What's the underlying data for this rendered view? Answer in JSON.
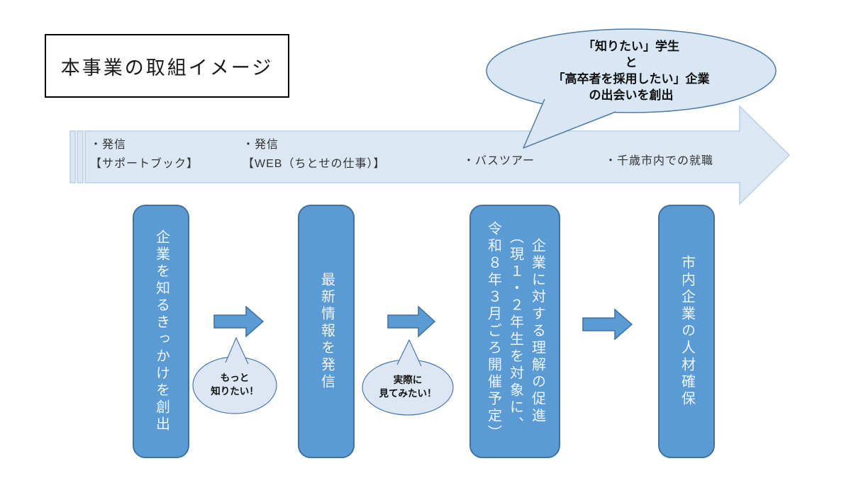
{
  "title": {
    "text": "本事業の取組イメージ"
  },
  "top_callout": {
    "text": "「知りたい」学生\nと\n「高卒者を採用したい」企業\nの出会いを創出"
  },
  "timeline": {
    "items": [
      {
        "label": "・発信\n【サポートブック】"
      },
      {
        "label": "・発信\n【WEB（ちとせの仕事）】"
      },
      {
        "label": "・バスツアー"
      },
      {
        "label": "・千歳市内での就職"
      }
    ]
  },
  "steps": [
    {
      "label": "企業を知るきっかけを創出"
    },
    {
      "label": "最新情報を発信"
    },
    {
      "label": "企業に対する理解の促進\n（現１・２年生を対象に、\n令和８年３月ごろ開催予定）"
    },
    {
      "label": "市内企業の人材確保"
    }
  ],
  "thought_callouts": [
    {
      "text": "もっと\n知りたい！"
    },
    {
      "text": "実際に\n見てみたい！"
    }
  ],
  "colors": {
    "step_fill": "#5b9bd5",
    "step_border": "#41719c",
    "band_fill": "#dbe7f3",
    "band_border": "#b9cfe7",
    "bubble_fill": "#d9e7f5",
    "bubble_border": "#4f7ba9",
    "text_on_step": "#eef5fc",
    "text_dark": "#333333"
  }
}
